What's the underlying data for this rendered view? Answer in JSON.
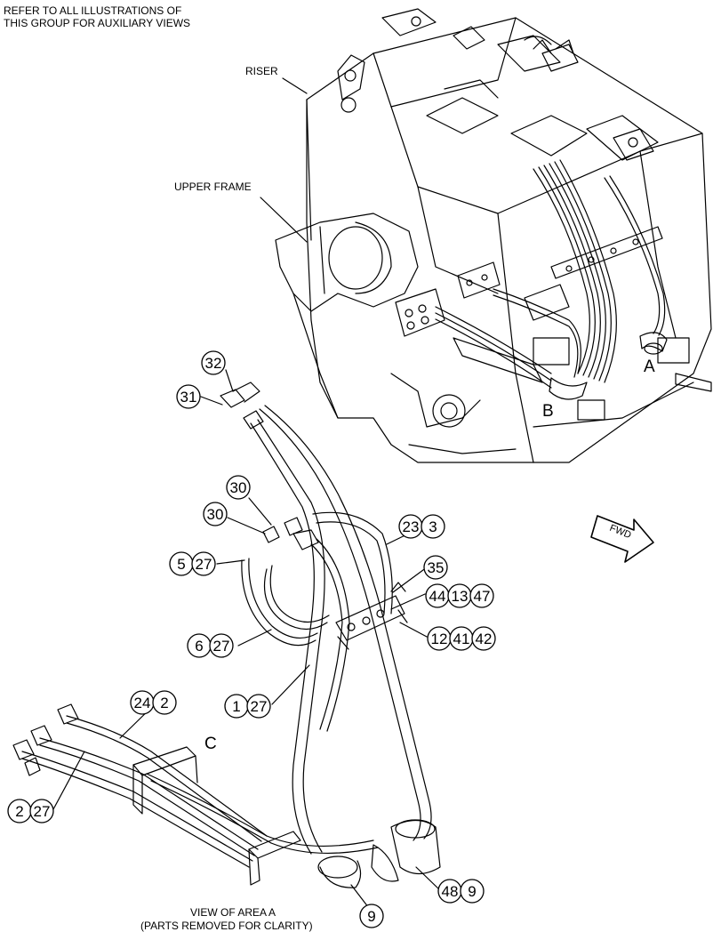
{
  "notes": {
    "refer_line1": "REFER TO ALL ILLUSTRATIONS OF",
    "refer_line2": "THIS GROUP FOR AUXILIARY VIEWS",
    "riser": "RISER",
    "upper_frame": "UPPER FRAME",
    "view_caption_line1": "VIEW OF AREA A",
    "view_caption_line2": "(PARTS REMOVED FOR CLARITY)"
  },
  "area_labels": {
    "a": "A",
    "b": "B",
    "c": "C"
  },
  "fwd_arrow": {
    "label": "FWD"
  },
  "callouts": [
    {
      "id": "c32",
      "group": [
        "32"
      ]
    },
    {
      "id": "c31",
      "group": [
        "31"
      ]
    },
    {
      "id": "c30a",
      "group": [
        "30"
      ]
    },
    {
      "id": "c30b",
      "group": [
        "30"
      ]
    },
    {
      "id": "c5-27",
      "group": [
        "5",
        "27"
      ]
    },
    {
      "id": "c23-3",
      "group": [
        "23",
        "3"
      ]
    },
    {
      "id": "c35",
      "group": [
        "35"
      ]
    },
    {
      "id": "c44-13-47",
      "group": [
        "44",
        "13",
        "47"
      ]
    },
    {
      "id": "c12-41-42",
      "group": [
        "12",
        "41",
        "42"
      ]
    },
    {
      "id": "c6-27",
      "group": [
        "6",
        "27"
      ]
    },
    {
      "id": "c1-27",
      "group": [
        "1",
        "27"
      ]
    },
    {
      "id": "c24-2",
      "group": [
        "24",
        "2"
      ]
    },
    {
      "id": "c2-27",
      "group": [
        "2",
        "27"
      ]
    },
    {
      "id": "c48-9",
      "group": [
        "48",
        "9"
      ]
    },
    {
      "id": "c9",
      "group": [
        "9"
      ]
    }
  ],
  "colors": {
    "line": "#000000",
    "background": "#ffffff"
  }
}
